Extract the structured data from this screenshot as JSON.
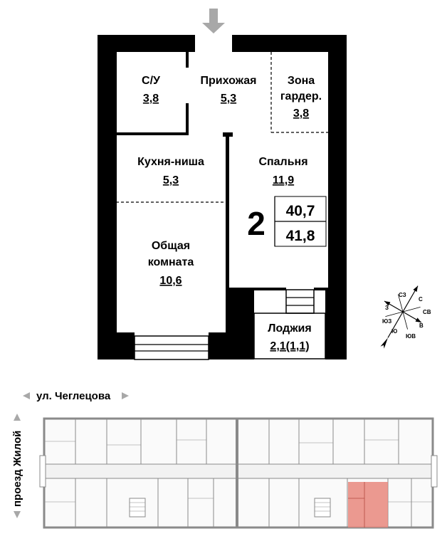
{
  "colors": {
    "wall": "#000000",
    "highlight": "#e8877c",
    "building": "#8a8a8a",
    "arrow": "#a8a8a8"
  },
  "rooms": [
    {
      "id": "su",
      "name": "С/У",
      "area": "3,8"
    },
    {
      "id": "hall",
      "name": "Прихожая",
      "area": "5,3"
    },
    {
      "id": "wardrobe",
      "name_line1": "Зона",
      "name_line2": "гардер.",
      "area": "3,8"
    },
    {
      "id": "kitchen",
      "name": "Кухня-ниша",
      "area": "5,3"
    },
    {
      "id": "bedroom",
      "name": "Спальня",
      "area": "11,9"
    },
    {
      "id": "living",
      "name_line1": "Общая",
      "name_line2": "комната",
      "area": "10,6"
    },
    {
      "id": "loggia",
      "name": "Лоджия",
      "area": "2,1(1,1)"
    }
  ],
  "summary": {
    "rooms_count": "2",
    "living_area": "40,7",
    "total_area": "41,8"
  },
  "compass": {
    "n": "С",
    "ne": "СВ",
    "e": "В",
    "se": "ЮВ",
    "s": "Ю",
    "sw": "ЮЗ",
    "w": "З",
    "nw": "СЗ"
  },
  "site": {
    "street_top": "ул. Чеглецова",
    "street_left": "проезд Жилой"
  },
  "icons": {
    "entrance": "down-arrow-icon",
    "street_arrows": "triangle-icon"
  }
}
